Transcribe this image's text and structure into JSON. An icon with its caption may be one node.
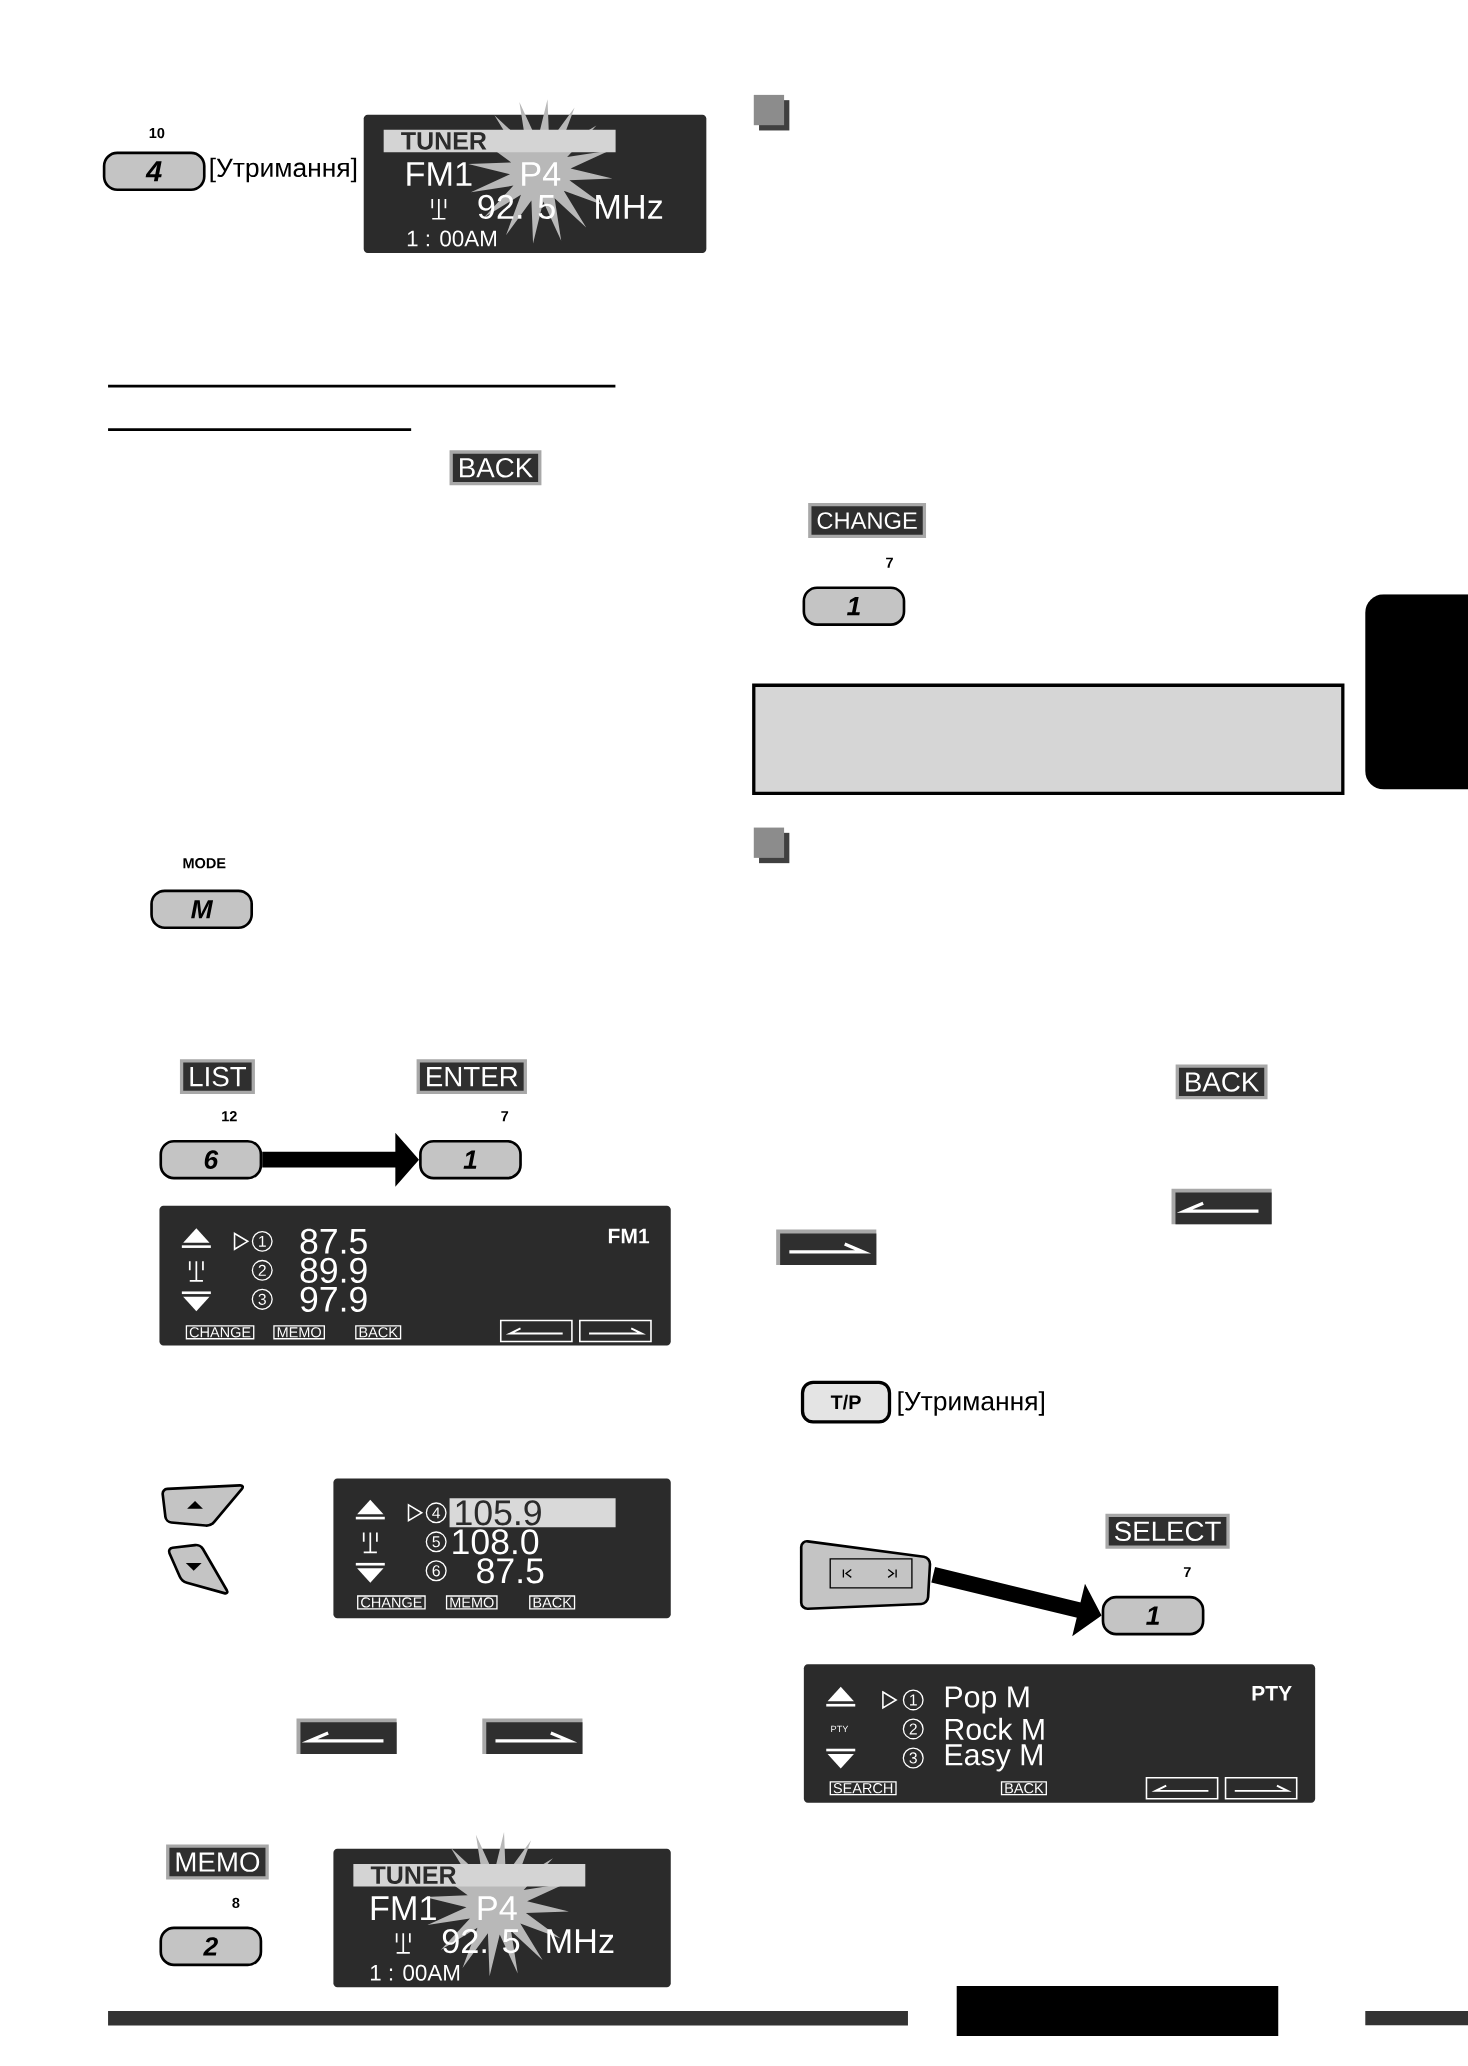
{
  "diagram": {
    "nodes": [
      {
        "text": [
          "6"
        ],
        "beside": [
          "LIST",
          "12"
        ]
      },
      {
        "text": [
          "1"
        ],
        "beside": [
          "ENTER",
          "7"
        ]
      },
      {
        "text": [],
        "shape": "picture"
      },
      {
        "text": [
          "1"
        ],
        "beside": [
          "SELECT",
          "7"
        ]
      },
      {
        "text": [],
        "shape": "box"
      }
    ],
    "edges": [
      {
        "from": 0,
        "to": 1,
        "arrow": "to"
      },
      {
        "from": 2,
        "to": 3,
        "arrow": "to"
      }
    ],
    "labels": [
      "10",
      "4",
      "[Утримання]",
      "TUNER",
      "FM1",
      "P4",
      "92. 5",
      "MHz",
      "1 : 00AM",
      "BACK",
      "CHANGE",
      "7",
      "1",
      "MODE",
      "M",
      "87.5",
      "89.9",
      "97.9",
      "FM1",
      "1",
      "2",
      "3",
      "CHANGE",
      "MEMO",
      "BACK",
      "105.9",
      "108.0",
      "87.5",
      "4",
      "5",
      "6",
      "CHANGE",
      "MEMO",
      "BACK",
      "MEMO",
      "8",
      "2",
      "TUNER",
      "FM1",
      "P4",
      "92. 5",
      "MHz",
      "1 : 00AM",
      "BACK",
      "T/P",
      "[Утримання]",
      "PTY",
      "1",
      "2",
      "3",
      "Pop M",
      "Rock M",
      "Easy M",
      "PTY",
      "SEARCH",
      "BACK"
    ]
  }
}
